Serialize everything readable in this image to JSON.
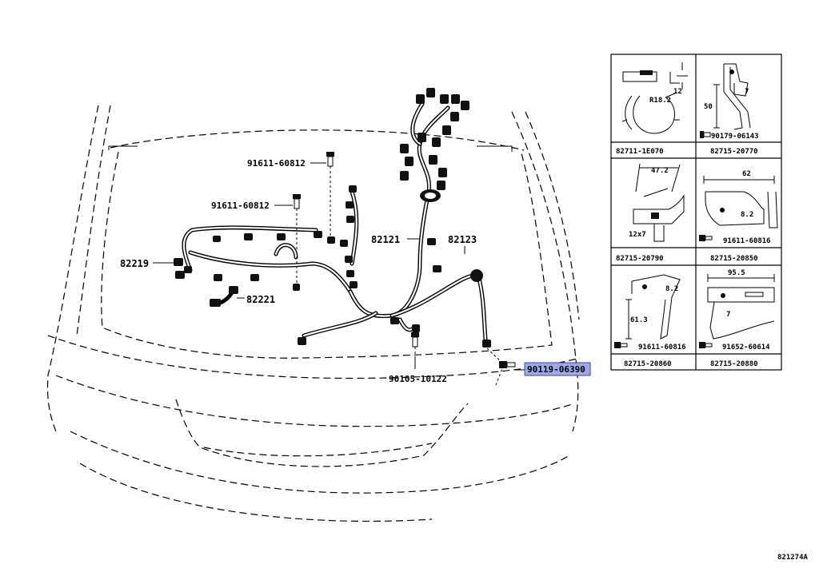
{
  "diagram_code": "821274A",
  "callouts": {
    "bolt_top": "91611-60812",
    "bolt_mid": "91611-60812",
    "harness_left": "82219",
    "connector_small": "82221",
    "harness_main": "82121",
    "harness_right": "82123",
    "bolt_center": "90105-10122",
    "bolt_right_highlighted": "90119-06390"
  },
  "highlight_color": "#9fa8e8",
  "parts_table": [
    {
      "label": "82711-1E070",
      "dims": [
        "12",
        "R18.2"
      ],
      "fastener": ""
    },
    {
      "label": "82715-20770",
      "dims": [
        "50",
        "7"
      ],
      "fastener": "90179-06143"
    },
    {
      "label": "82715-20790",
      "dims": [
        "47.2",
        "12x7"
      ],
      "fastener": ""
    },
    {
      "label": "82715-20850",
      "dims": [
        "62",
        "8.2"
      ],
      "fastener": "91611-60816"
    },
    {
      "label": "82715-20860",
      "dims": [
        "8.2",
        "61.3"
      ],
      "fastener": "91611-60816"
    },
    {
      "label": "82715-20880",
      "dims": [
        "95.5",
        "7"
      ],
      "fastener": "91652-60614"
    }
  ]
}
